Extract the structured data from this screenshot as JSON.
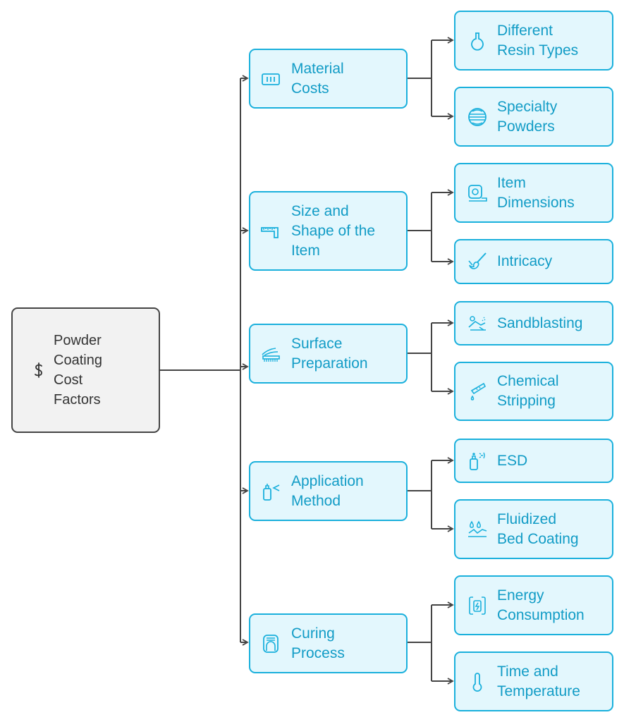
{
  "root": {
    "label": "Powder\nCoating\nCost\nFactors",
    "icon": "dollar-icon"
  },
  "categories": [
    {
      "label": "Material\nCosts",
      "icon": "battery-grid-icon",
      "children": [
        {
          "label": "Different\nResin Types",
          "icon": "flask-icon"
        },
        {
          "label": "Specialty\nPowders",
          "icon": "striped-sphere-icon"
        }
      ]
    },
    {
      "label": "Size and\nShape of the\nItem",
      "icon": "ruler-icon",
      "children": [
        {
          "label": "Item\nDimensions",
          "icon": "tape-measure-icon"
        },
        {
          "label": "Intricacy",
          "icon": "paintbrush-icon"
        }
      ]
    },
    {
      "label": "Surface\nPreparation",
      "icon": "hand-brush-icon",
      "children": [
        {
          "label": "Sandblasting",
          "icon": "sandblaster-icon"
        },
        {
          "label": "Chemical\nStripping",
          "icon": "dropper-icon"
        }
      ]
    },
    {
      "label": "Application\nMethod",
      "icon": "spray-bottle-icon",
      "children": [
        {
          "label": "ESD",
          "icon": "spray-can-icon"
        },
        {
          "label": "Fluidized\nBed Coating",
          "icon": "fluid-drops-icon"
        }
      ]
    },
    {
      "label": "Curing\nProcess",
      "icon": "oven-icon",
      "children": [
        {
          "label": "Energy\nConsumption",
          "icon": "energy-cycle-icon"
        },
        {
          "label": "Time and\nTemperature",
          "icon": "thermometer-icon"
        }
      ]
    }
  ],
  "colors": {
    "accent": "#1ab0dc",
    "text": "#129cc6",
    "box_fill": "#e3f7fd",
    "root_fill": "#f2f2f2",
    "root_border": "#444444",
    "connector": "#444444"
  }
}
